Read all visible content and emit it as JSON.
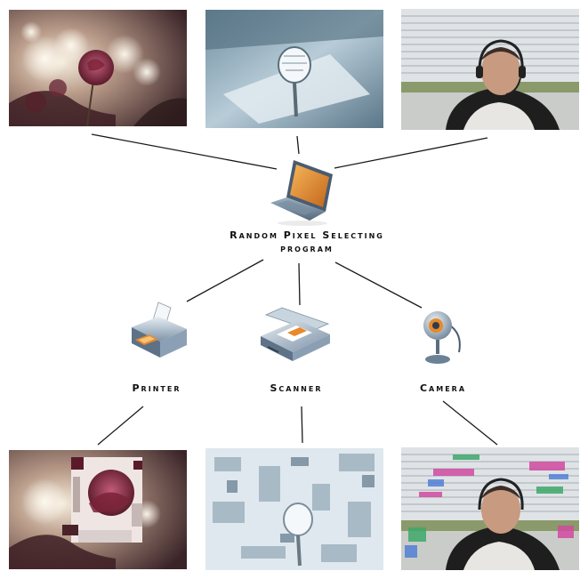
{
  "program": {
    "label_line1": "Random Pixel Selecting",
    "label_line2": "program",
    "icon": "laptop-icon"
  },
  "devices": [
    {
      "label": "Printer",
      "icon": "printer-icon"
    },
    {
      "label": "Scanner",
      "icon": "scanner-icon"
    },
    {
      "label": "Camera",
      "icon": "webcam-icon"
    }
  ],
  "inputs": [
    "rose-photo",
    "desk-lamp-photo",
    "man-with-headset-photo"
  ],
  "outputs": [
    "rose-photo-glitched",
    "desk-lamp-photo-glitched",
    "man-with-headset-photo-glitched"
  ],
  "colors": {
    "line": "#1a1a1a",
    "laptop_screen": "#e8892a",
    "device_body": "#8fa4b8",
    "label_text": "#111111"
  }
}
